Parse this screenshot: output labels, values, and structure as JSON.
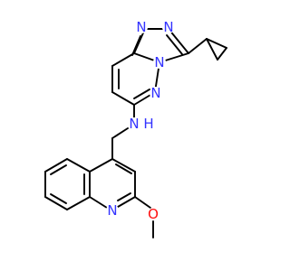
{
  "molecule": {
    "colors": {
      "bond": "#000000",
      "nitrogen": "#3333ff",
      "oxygen": "#ff0d0d",
      "background": "#ffffff"
    },
    "atoms": [
      {
        "id": "n_triazole_1",
        "label": "N",
        "color": "nitrogen"
      },
      {
        "id": "n_triazole_2",
        "label": "N",
        "color": "nitrogen"
      },
      {
        "id": "n_bridge",
        "label": "N",
        "color": "nitrogen"
      },
      {
        "id": "n_pyridazine",
        "label": "N",
        "color": "nitrogen"
      },
      {
        "id": "n_amine",
        "label": "N",
        "color": "nitrogen"
      },
      {
        "id": "h_amine",
        "label": "H",
        "color": "nitrogen"
      },
      {
        "id": "n_quinoline",
        "label": "N",
        "color": "nitrogen"
      },
      {
        "id": "o_methoxy",
        "label": "O",
        "color": "oxygen"
      }
    ]
  }
}
